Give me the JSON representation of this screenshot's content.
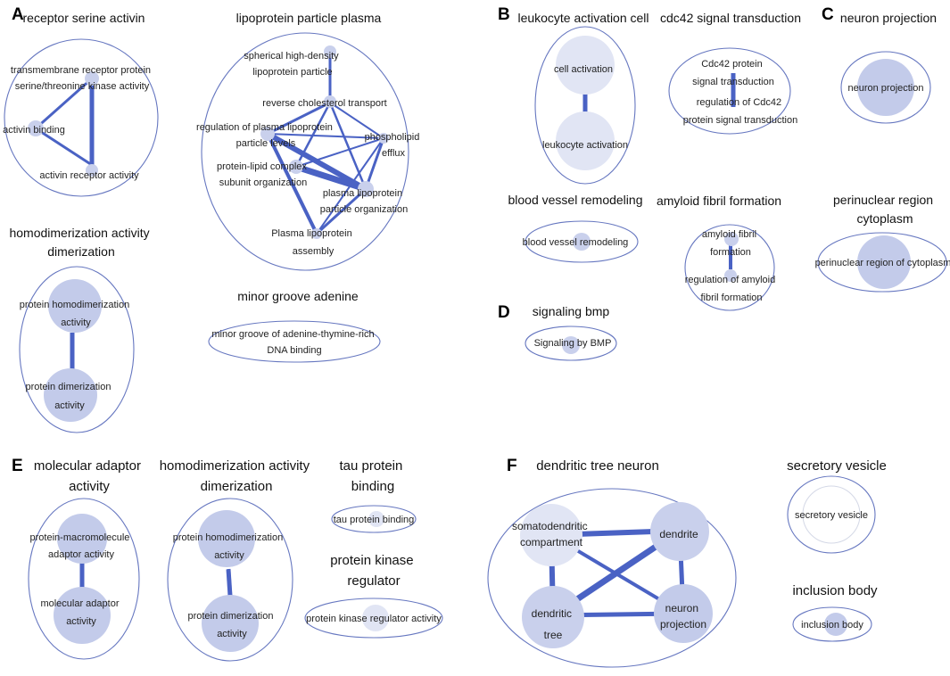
{
  "colors": {
    "edge": "#4a62c4",
    "oval": "#6677c0",
    "node_light": "#e1e5f4",
    "node_mid": "#c9d0ec",
    "node_dark": "#aeb8e2",
    "text": "#111111"
  },
  "panels": {
    "A": "A",
    "B": "B",
    "C": "C",
    "D": "D",
    "E": "E",
    "F": "F"
  },
  "clusters": {
    "receptor_serine_activin": {
      "title": [
        "receptor serine activin"
      ],
      "nodes": [
        "transmembrane receptor protein serine/threonine kinase activity",
        "activin binding",
        "activin receptor activity"
      ]
    },
    "lipoprotein_particle_plasma": {
      "title": [
        "lipoprotein particle plasma"
      ],
      "nodes": [
        "spherical high-density lipoprotein particle",
        "reverse cholesterol transport",
        "regulation of plasma lipoprotein particle levels",
        "phospholipid efflux",
        "protein-lipid complex subunit organization",
        "plasma lipoprotein particle organization",
        "Plasma lipoprotein assembly"
      ]
    },
    "homodimerization_A": {
      "title": [
        "homodimerization activity",
        "dimerization"
      ],
      "nodes": [
        "protein homodimerization activity",
        "protein dimerization activity"
      ]
    },
    "minor_groove_adenine": {
      "title": [
        "minor groove adenine"
      ],
      "nodes": [
        "minor groove of adenine-thymine-rich DNA binding"
      ]
    },
    "leukocyte_activation_cell": {
      "title": [
        "leukocyte activation cell"
      ],
      "nodes": [
        "cell activation",
        "leukocyte activation"
      ]
    },
    "cdc42_signal_transduction": {
      "title": [
        "cdc42 signal transduction"
      ],
      "nodes": [
        "Cdc42 protein signal transduction",
        "regulation of Cdc42 protein signal transduction"
      ]
    },
    "blood_vessel_remodeling": {
      "title": [
        "blood vessel remodeling"
      ],
      "nodes": [
        "blood vessel remodeling"
      ]
    },
    "amyloid_fibril_formation": {
      "title": [
        "amyloid fibril formation"
      ],
      "nodes": [
        "amyloid fibril formation",
        "regulation of amyloid fibril formation"
      ]
    },
    "neuron_projection": {
      "title": [
        "neuron projection"
      ],
      "nodes": [
        "neuron projection"
      ]
    },
    "perinuclear_region": {
      "title": [
        "perinuclear region",
        "cytoplasm"
      ],
      "nodes": [
        "perinuclear region of cytoplasm"
      ]
    },
    "signaling_bmp": {
      "title": [
        "signaling bmp"
      ],
      "nodes": [
        "Signaling by BMP"
      ]
    },
    "molecular_adaptor": {
      "title": [
        "molecular adaptor",
        "activity"
      ],
      "nodes": [
        "protein-macromolecule adaptor activity",
        "molecular adaptor activity"
      ]
    },
    "homodimerization_E": {
      "title": [
        "homodimerization activity",
        "dimerization"
      ],
      "nodes": [
        "protein homodimerization activity",
        "protein dimerization activity"
      ]
    },
    "tau_protein_binding": {
      "title": [
        "tau protein",
        "binding"
      ],
      "nodes": [
        "tau protein binding"
      ]
    },
    "protein_kinase_regulator": {
      "title": [
        "protein kinase",
        "regulator"
      ],
      "nodes": [
        "protein kinase regulator activity"
      ]
    },
    "dendritic_tree_neuron": {
      "title": [
        "dendritic tree neuron"
      ],
      "nodes": [
        "somatodendritic compartment",
        "dendrite",
        "dendritic tree",
        "neuron projection"
      ]
    },
    "secretory_vesicle": {
      "title": [
        "secretory vesicle"
      ],
      "nodes": [
        "secretory vesicle"
      ]
    },
    "inclusion_body": {
      "title": [
        "inclusion body"
      ],
      "nodes": [
        "inclusion body"
      ]
    }
  },
  "labels": {
    "tmr": [
      "transmembrane receptor protein",
      "serine/threonine kinase activity"
    ],
    "activin_binding": [
      "activin binding"
    ],
    "activin_receptor": [
      "activin receptor activity"
    ],
    "shdl": [
      "spherical high-density",
      "lipoprotein particle"
    ],
    "rct": [
      "reverse cholesterol transport"
    ],
    "rpl": [
      "regulation of plasma lipoprotein",
      "particle levels"
    ],
    "pe": [
      "phospholipid",
      "efflux"
    ],
    "plc": [
      "protein-lipid complex",
      "subunit organization"
    ],
    "plpo": [
      "plasma lipoprotein",
      "particle organization"
    ],
    "pla": [
      "Plasma lipoprotein",
      "assembly"
    ],
    "phd": [
      "protein homodimerization",
      "activity"
    ],
    "pdi": [
      "protein dimerization",
      "activity"
    ],
    "mg": [
      "minor groove of adenine-thymine-rich",
      "DNA binding"
    ],
    "ca": [
      "cell activation"
    ],
    "la": [
      "leukocyte activation"
    ],
    "cdc": [
      "Cdc42 protein",
      "signal transduction"
    ],
    "rcdc": [
      "regulation of Cdc42",
      "protein signal transduction"
    ],
    "bvr": [
      "blood vessel remodeling"
    ],
    "aff": [
      "amyloid fibril",
      "formation"
    ],
    "raff": [
      "regulation of amyloid",
      "fibril formation"
    ],
    "np": [
      "neuron projection"
    ],
    "prc": [
      "perinuclear region of cytoplasm"
    ],
    "bmp": [
      "Signaling by BMP"
    ],
    "pma": [
      "protein-macromolecule",
      "adaptor activity"
    ],
    "maa": [
      "molecular adaptor",
      "activity"
    ],
    "phd2": [
      "protein homodimerization",
      "activity"
    ],
    "pdi2": [
      "protein dimerization",
      "activity"
    ],
    "tau": [
      "tau protein binding"
    ],
    "pkr": [
      "protein kinase regulator activity"
    ],
    "sdc": [
      "somatodendritic",
      "compartment"
    ],
    "den": [
      "dendrite"
    ],
    "dt": [
      "dendritic",
      "tree"
    ],
    "npf": [
      "neuron",
      "projection"
    ],
    "sv": [
      "secretory vesicle"
    ],
    "ib": [
      "inclusion body"
    ]
  }
}
